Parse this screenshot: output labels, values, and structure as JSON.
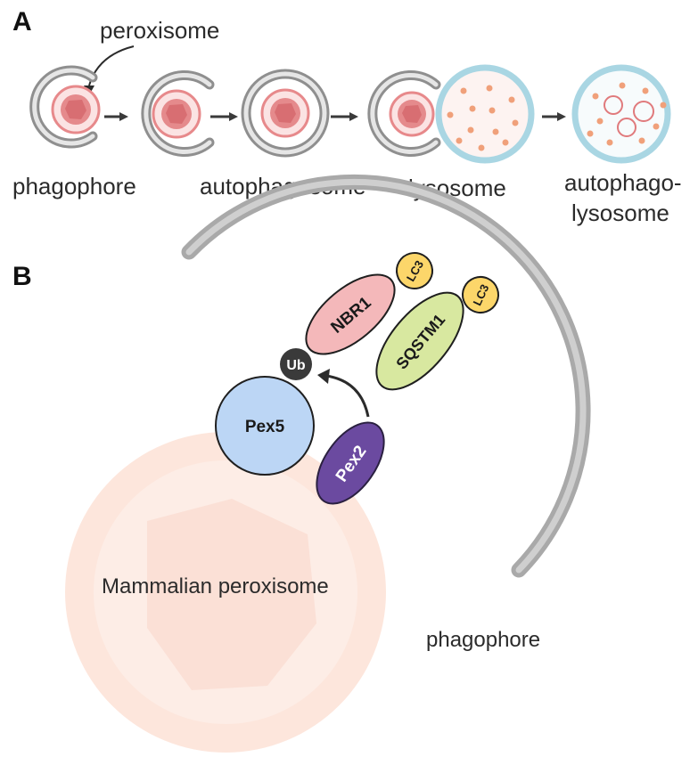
{
  "panel_a": {
    "letter": "A",
    "peroxisome_label": "peroxisome",
    "stages": {
      "phagophore": "phagophore",
      "autophagosome": "autophagosome",
      "lysosome": "lysosome",
      "autophagolysosome_1": "autophago-",
      "autophagolysosome_2": "lysosome"
    }
  },
  "panel_b": {
    "letter": "B",
    "proteins": {
      "lc3_a": "LC3",
      "lc3_b": "LC3",
      "nbr1": "NBR1",
      "sqstm1": "SQSTM1",
      "ub": "Ub",
      "pex5": "Pex5",
      "pex2": "Pex2"
    },
    "peroxisome_label": "Mammalian peroxisome",
    "phagophore_label": "phagophore"
  },
  "colors": {
    "membrane_gray": "#a9a9a9",
    "peroxisome_red": "#e58a8c",
    "lysosome_blue": "#a9d6e3",
    "enzyme_orange": "#f0a07a",
    "lc3_yellow": "#fcd66a",
    "nbr1_pink": "#f4b8ba",
    "sqstm1_green": "#d8e8a0",
    "ub_dark": "#3a3a3a",
    "pex5_blue": "#bcd6f5",
    "pex2_purple": "#6b4aa0",
    "peroxisome_peach": "#fde6dc"
  }
}
